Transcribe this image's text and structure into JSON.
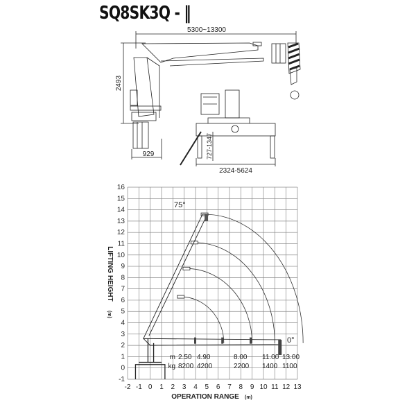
{
  "title": "SQ8SK3Q - ‖",
  "drawing": {
    "boom_length_dim": "5300~13300",
    "height_dim": "2493",
    "base_width_dim": "929",
    "outrigger_height_dim": "727-1347",
    "outrigger_span_dim": "2324-5624"
  },
  "chart_data": {
    "type": "diagram",
    "xlabel": "OPERATION RANGE",
    "xlabel_unit": "(m)",
    "ylabel": "LIFTING HEIGHT",
    "ylabel_unit": "(m)",
    "xlim": [
      -2,
      13
    ],
    "ylim": [
      -1,
      16
    ],
    "x_ticks": [
      "-2",
      "-1",
      "0",
      "1",
      "2",
      "3",
      "4",
      "5",
      "6",
      "7",
      "8",
      "9",
      "10",
      "11",
      "12",
      "13"
    ],
    "y_ticks": [
      "-1",
      "0",
      "1",
      "2",
      "3",
      "4",
      "5",
      "6",
      "7",
      "8",
      "9",
      "10",
      "11",
      "12",
      "13",
      "14",
      "15",
      "16"
    ],
    "grid": true,
    "angle_labels": {
      "max": "75°",
      "min": "0°"
    },
    "boom_pivot": [
      -0.6,
      2.6
    ],
    "boom_tips_75deg": [
      [
        2.7,
        6.3
      ],
      [
        3.2,
        8.8
      ],
      [
        3.9,
        11.1
      ],
      [
        4.8,
        13.6
      ]
    ],
    "reach_arcs_end_x": [
      6.5,
      9.0,
      11.0,
      13.5
    ],
    "load_table": {
      "unit_distance": "m",
      "unit_load": "kg",
      "distances": [
        "2.50",
        "4.90",
        "8.00",
        "11.00",
        "13.00"
      ],
      "loads": [
        "8200",
        "4200",
        "2200",
        "1400",
        "1100"
      ]
    }
  }
}
